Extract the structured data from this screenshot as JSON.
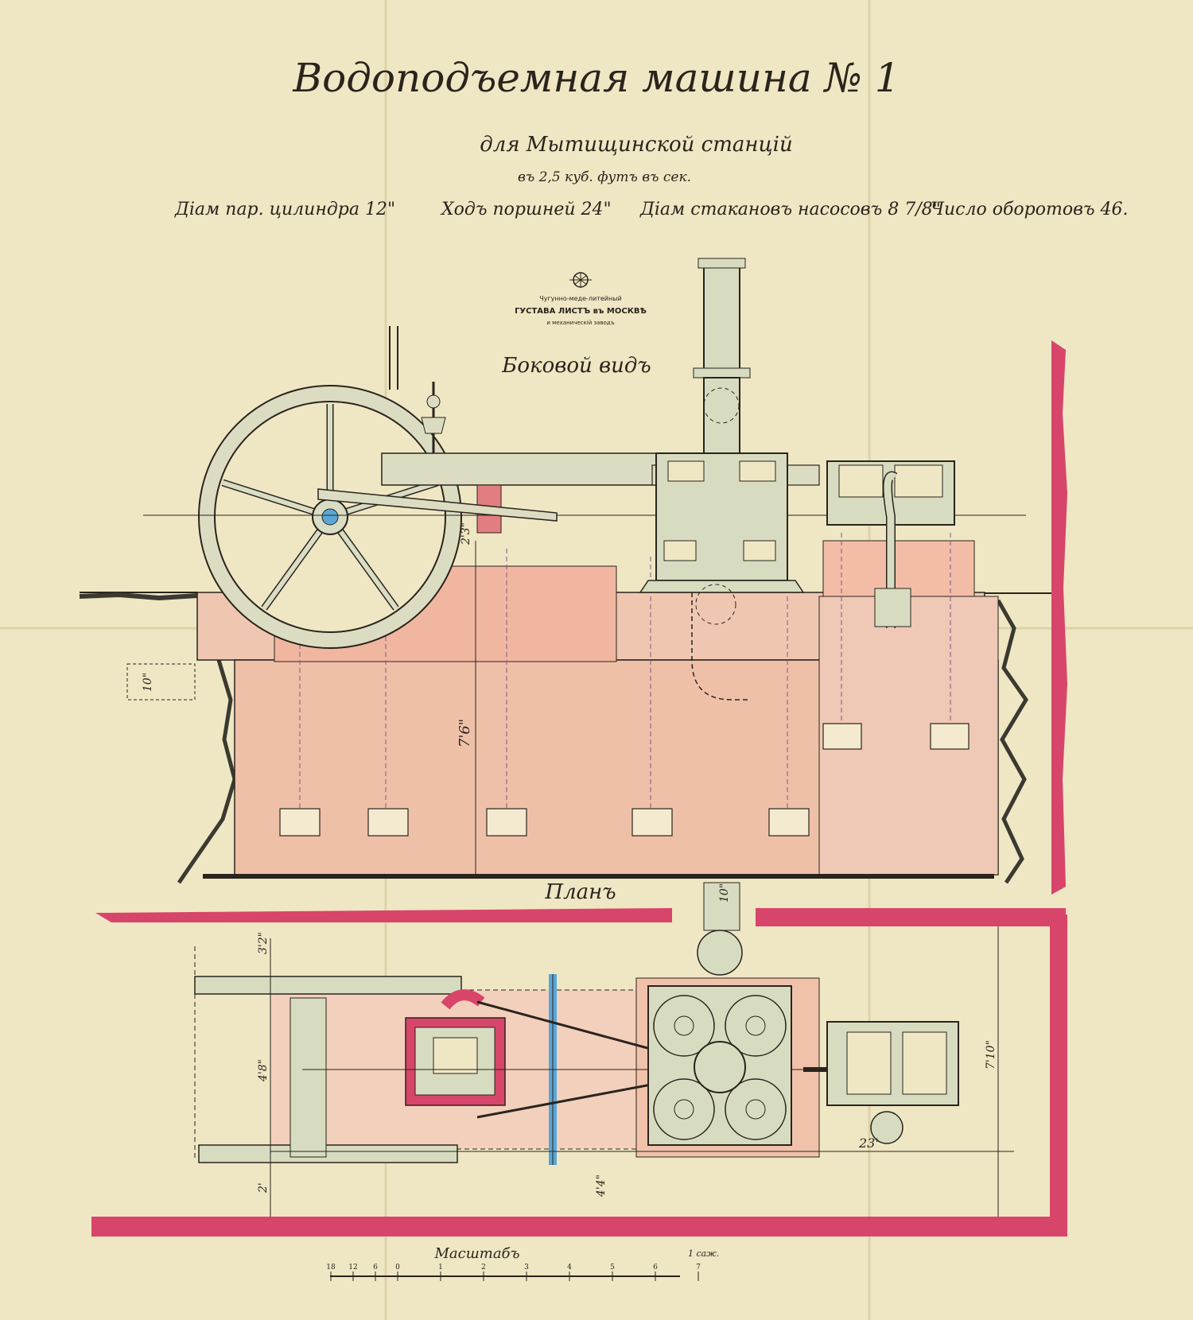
{
  "colors": {
    "paper": "#efe6c4",
    "ink": "#2a241c",
    "foundation": "#efbfa4",
    "wall_red": "#d8456a",
    "machine_green": "#d7dcc0",
    "accent_blue": "#5aa6d6"
  },
  "title": {
    "main": "Водоподъемная машина № 1",
    "sub": "для Мытищинской станцій",
    "capacity": "въ 2,5 куб. футъ въ сек."
  },
  "specs": [
    {
      "text": "Діам пар. цилиндра 12\""
    },
    {
      "text": "Ходъ поршней 24\""
    },
    {
      "text": "Діам стакановъ насосовъ 8 7/8\""
    },
    {
      "text": "Число оборотовъ 46."
    }
  ],
  "stamp": {
    "line1": "Чугунно-меде-литейный",
    "line2": "ГУСТАВА ЛИСТЪ въ МОСКВѢ",
    "line3": "и механическій заводъ"
  },
  "views": {
    "side": "Боковой видъ",
    "plan": "Планъ"
  },
  "dimensions": {
    "d1": "2'3\"",
    "d2": "7'6\"",
    "d3": "10\"",
    "d4": "3'2\"",
    "d5": "4'8\"",
    "d6": "2'",
    "d7": "4'4\"",
    "d8": "23'",
    "d9": "7'10\"",
    "d10": "10\""
  },
  "scale": {
    "label": "Масштабъ",
    "unit": "1 саж.",
    "left_ticks": [
      "18",
      "12",
      "6",
      "0"
    ],
    "right_ticks": [
      "1",
      "2",
      "3",
      "4",
      "5",
      "6",
      "7"
    ]
  }
}
